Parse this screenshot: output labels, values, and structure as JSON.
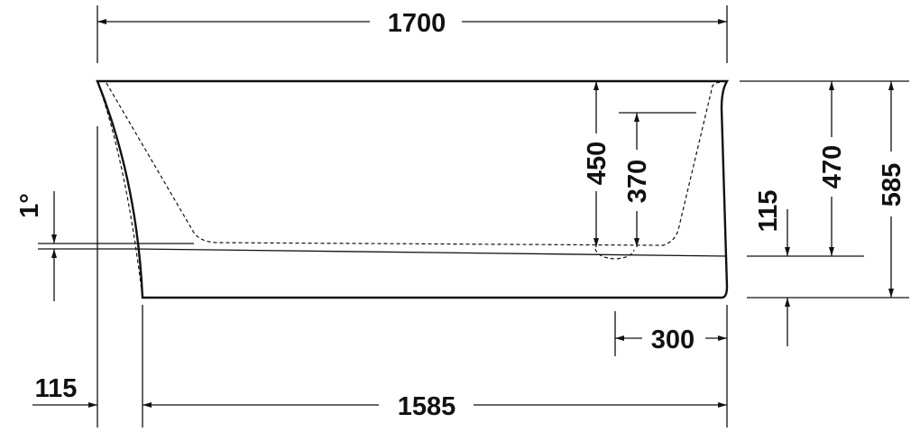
{
  "dimensions": {
    "overall_length": "1700",
    "bottom_length": "1585",
    "overhang": "115",
    "waste_offset": "300",
    "rim_height_outer": "585",
    "rim_height_inner": "470",
    "depth_to_waste": "450",
    "water_depth": "370",
    "waste_height": "115",
    "slope_angle": "1°"
  },
  "colors": {
    "line": "#111111",
    "background": "#ffffff"
  }
}
